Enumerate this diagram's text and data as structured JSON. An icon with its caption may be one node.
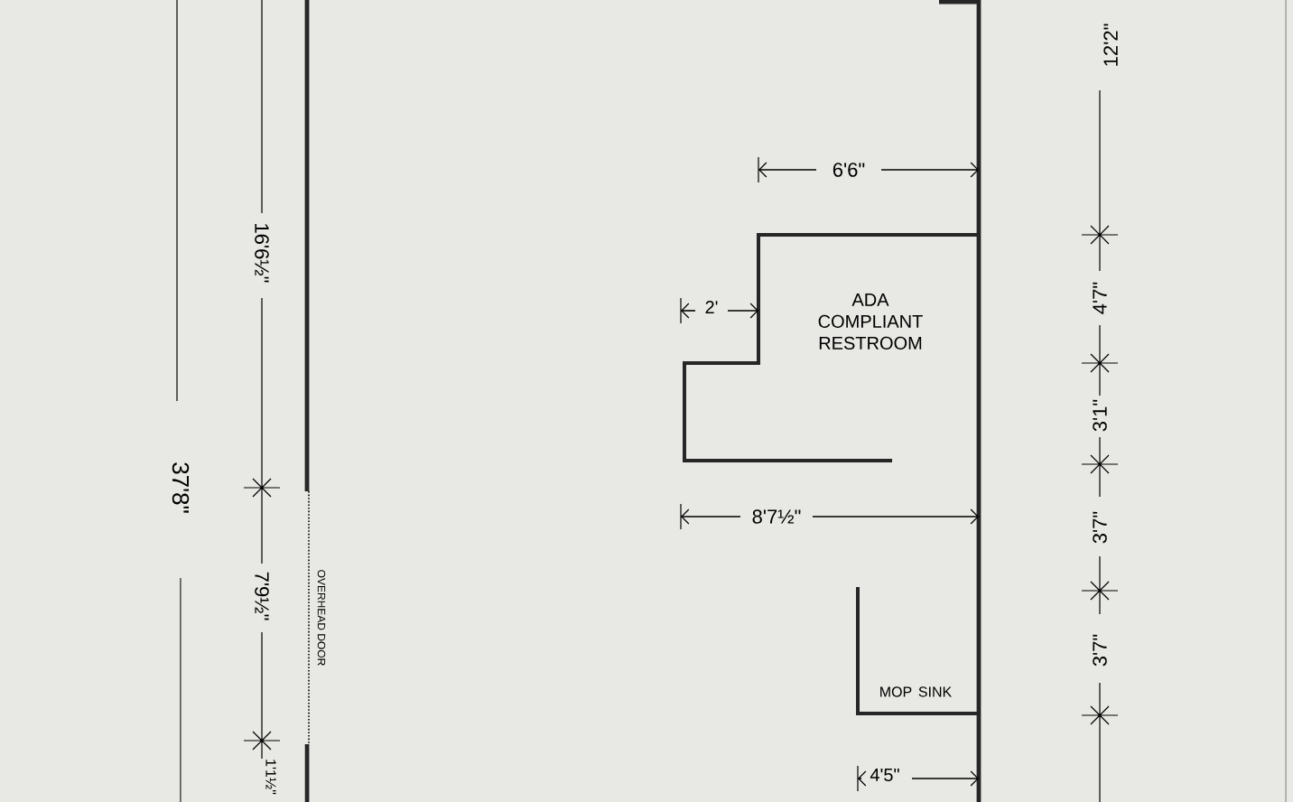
{
  "diagram": {
    "nodes": [
      {
        "text": [
          "ADA COMPLIANT RESTROOM"
        ]
      },
      {
        "text": [
          "MOP SINK"
        ]
      }
    ],
    "edges": [],
    "labels": [
      "16'6½\"",
      "37'8\"",
      "OVERHEAD DOOR",
      "7'9½\"",
      "1'1½\"",
      "6'6\"",
      "2'",
      "8'7½\"",
      "4'5\"",
      "12'2\"",
      "4'7\"",
      "3'1\"",
      "3'7\"",
      "3'7\""
    ]
  }
}
